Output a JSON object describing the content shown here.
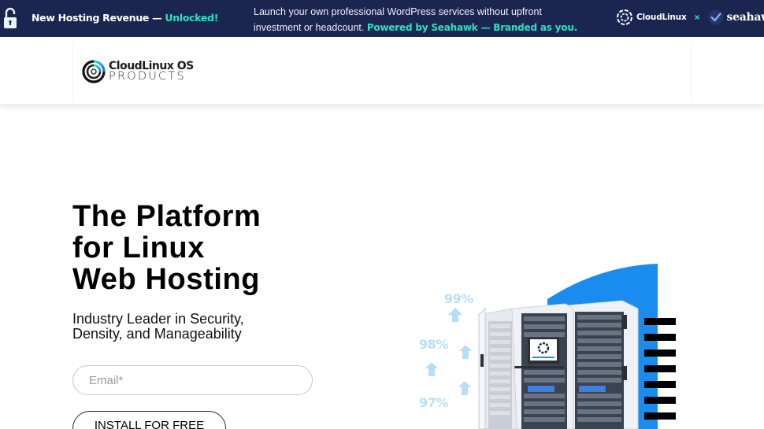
{
  "promo": {
    "lock_icon": "unlock-icon",
    "left_text": "New Hosting Revenue — ",
    "left_accent": "Unlocked!",
    "mid_text": "Launch your own professional WordPress services without upfront investment or headcount. ",
    "mid_accent": "Powered by Seahawk — Branded as you.",
    "brand1": "CloudLinux",
    "separator": "×",
    "brand2": "seahawk",
    "colors": {
      "background": "#1a2550",
      "accent": "#2fe0c4"
    }
  },
  "header": {
    "logo_line1": "CloudLinux OS",
    "logo_line2": "PRODUCTS"
  },
  "hero": {
    "title_lines": [
      "The Platform",
      "for Linux",
      "Web Hosting"
    ],
    "subtitle_lines": [
      "Industry Leader in Security,",
      "Density, and Manageability"
    ],
    "email_placeholder": "Email*",
    "email_value": "",
    "cta_label": "INSTALL FOR FREE"
  },
  "illustration": {
    "percentages": [
      "99%",
      "98%",
      "97%"
    ],
    "accent_color": "#1a8cf0",
    "description": "server-racks"
  }
}
